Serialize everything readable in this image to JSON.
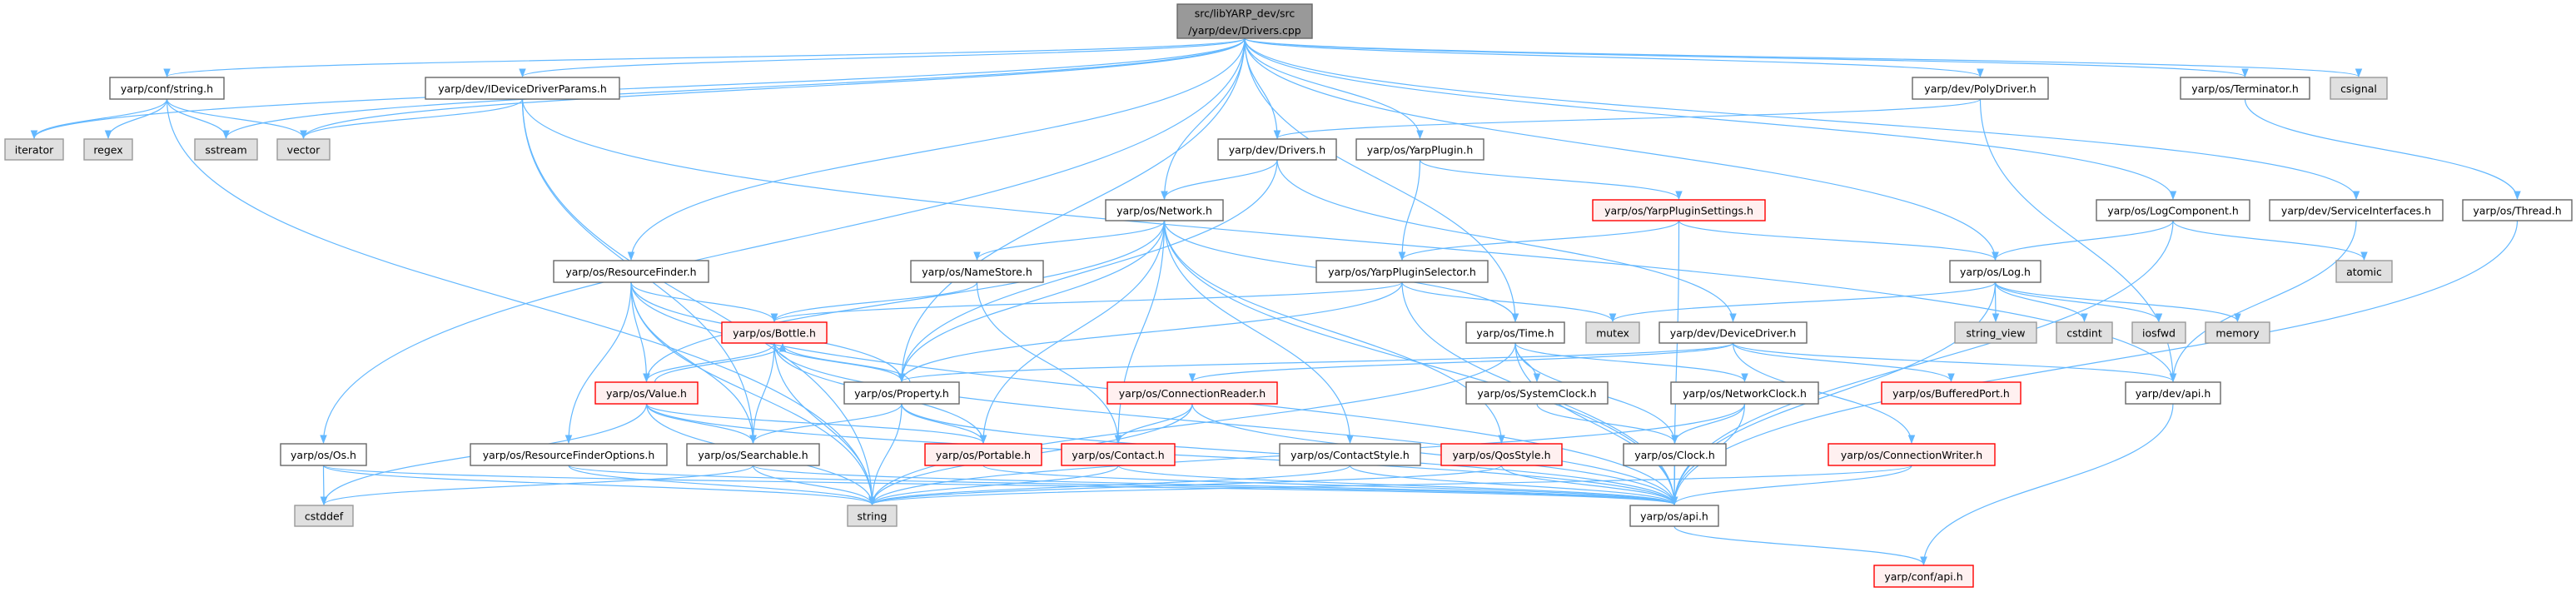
{
  "title": "src/libYARP_dev/src/yarp/dev/Drivers.cpp",
  "colors": {
    "edge": "#63b8ff",
    "root_fill": "#999999",
    "root_border": "#666666",
    "header_fill": "#ffffff",
    "header_border": "#666666",
    "system_fill": "#e0e0e0",
    "system_border": "#999999",
    "truncated_fill": "#fff0f0",
    "truncated_border": "#ff0000"
  },
  "nodes": [
    {
      "id": "root",
      "label": [
        "src/libYARP_dev/src",
        "/yarp/dev/Drivers.cpp"
      ],
      "kind": "root"
    },
    {
      "id": "confstring",
      "label": [
        "yarp/conf/string.h"
      ],
      "kind": "header"
    },
    {
      "id": "iddp",
      "label": [
        "yarp/dev/IDeviceDriverParams.h"
      ],
      "kind": "header"
    },
    {
      "id": "iterator",
      "label": [
        "iterator"
      ],
      "kind": "system"
    },
    {
      "id": "regex",
      "label": [
        "regex"
      ],
      "kind": "system"
    },
    {
      "id": "sstream",
      "label": [
        "sstream"
      ],
      "kind": "system"
    },
    {
      "id": "vector",
      "label": [
        "vector"
      ],
      "kind": "system"
    },
    {
      "id": "resfinder",
      "label": [
        "yarp/os/ResourceFinder.h"
      ],
      "kind": "header"
    },
    {
      "id": "os",
      "label": [
        "yarp/os/Os.h"
      ],
      "kind": "header"
    },
    {
      "id": "drivers",
      "label": [
        "yarp/dev/Drivers.h"
      ],
      "kind": "header"
    },
    {
      "id": "yarpplugin",
      "label": [
        "yarp/os/YarpPlugin.h"
      ],
      "kind": "header"
    },
    {
      "id": "network",
      "label": [
        "yarp/os/Network.h"
      ],
      "kind": "header"
    },
    {
      "id": "pluginsettings",
      "label": [
        "yarp/os/YarpPluginSettings.h"
      ],
      "kind": "truncated"
    },
    {
      "id": "pluginselector",
      "label": [
        "yarp/os/YarpPluginSelector.h"
      ],
      "kind": "header"
    },
    {
      "id": "namestore",
      "label": [
        "yarp/os/NameStore.h"
      ],
      "kind": "header"
    },
    {
      "id": "polydriver",
      "label": [
        "yarp/dev/PolyDriver.h"
      ],
      "kind": "header"
    },
    {
      "id": "terminator",
      "label": [
        "yarp/os/Terminator.h"
      ],
      "kind": "header"
    },
    {
      "id": "csignal",
      "label": [
        "csignal"
      ],
      "kind": "system"
    },
    {
      "id": "logcomponent",
      "label": [
        "yarp/os/LogComponent.h"
      ],
      "kind": "header"
    },
    {
      "id": "serviceif",
      "label": [
        "yarp/dev/ServiceInterfaces.h"
      ],
      "kind": "header"
    },
    {
      "id": "thread",
      "label": [
        "yarp/os/Thread.h"
      ],
      "kind": "header"
    },
    {
      "id": "log",
      "label": [
        "yarp/os/Log.h"
      ],
      "kind": "header"
    },
    {
      "id": "atomic",
      "label": [
        "atomic"
      ],
      "kind": "system"
    },
    {
      "id": "time",
      "label": [
        "yarp/os/Time.h"
      ],
      "kind": "header"
    },
    {
      "id": "mutex",
      "label": [
        "mutex"
      ],
      "kind": "system"
    },
    {
      "id": "devicedriver",
      "label": [
        "yarp/dev/DeviceDriver.h"
      ],
      "kind": "header"
    },
    {
      "id": "string_view",
      "label": [
        "string_view"
      ],
      "kind": "system"
    },
    {
      "id": "cstdint",
      "label": [
        "cstdint"
      ],
      "kind": "system"
    },
    {
      "id": "iosfwd",
      "label": [
        "iosfwd"
      ],
      "kind": "system"
    },
    {
      "id": "memory",
      "label": [
        "memory"
      ],
      "kind": "system"
    },
    {
      "id": "bottle",
      "label": [
        "yarp/os/Bottle.h"
      ],
      "kind": "truncated"
    },
    {
      "id": "value",
      "label": [
        "yarp/os/Value.h"
      ],
      "kind": "truncated"
    },
    {
      "id": "property",
      "label": [
        "yarp/os/Property.h"
      ],
      "kind": "header"
    },
    {
      "id": "connreader",
      "label": [
        "yarp/os/ConnectionReader.h"
      ],
      "kind": "truncated"
    },
    {
      "id": "systemclock",
      "label": [
        "yarp/os/SystemClock.h"
      ],
      "kind": "header"
    },
    {
      "id": "networkclock",
      "label": [
        "yarp/os/NetworkClock.h"
      ],
      "kind": "header"
    },
    {
      "id": "bufferedport",
      "label": [
        "yarp/os/BufferedPort.h"
      ],
      "kind": "truncated"
    },
    {
      "id": "devapi",
      "label": [
        "yarp/dev/api.h"
      ],
      "kind": "header"
    },
    {
      "id": "searchable",
      "label": [
        "yarp/os/Searchable.h"
      ],
      "kind": "header"
    },
    {
      "id": "rfoptions",
      "label": [
        "yarp/os/ResourceFinderOptions.h"
      ],
      "kind": "header"
    },
    {
      "id": "portable",
      "label": [
        "yarp/os/Portable.h"
      ],
      "kind": "truncated"
    },
    {
      "id": "contact",
      "label": [
        "yarp/os/Contact.h"
      ],
      "kind": "truncated"
    },
    {
      "id": "contactstyle",
      "label": [
        "yarp/os/ContactStyle.h"
      ],
      "kind": "header"
    },
    {
      "id": "qosstyle",
      "label": [
        "yarp/os/QosStyle.h"
      ],
      "kind": "truncated"
    },
    {
      "id": "clock",
      "label": [
        "yarp/os/Clock.h"
      ],
      "kind": "header"
    },
    {
      "id": "connwriter",
      "label": [
        "yarp/os/ConnectionWriter.h"
      ],
      "kind": "truncated"
    },
    {
      "id": "cstddef",
      "label": [
        "cstddef"
      ],
      "kind": "system"
    },
    {
      "id": "string",
      "label": [
        "string"
      ],
      "kind": "system"
    },
    {
      "id": "osapi",
      "label": [
        "yarp/os/api.h"
      ],
      "kind": "header"
    },
    {
      "id": "confapi",
      "label": [
        "yarp/conf/api.h"
      ],
      "kind": "truncated"
    }
  ],
  "edges": [
    [
      "root",
      "iterator"
    ],
    [
      "root",
      "sstream"
    ],
    [
      "root",
      "vector"
    ],
    [
      "root",
      "confstring"
    ],
    [
      "root",
      "iddp"
    ],
    [
      "root",
      "resfinder"
    ],
    [
      "root",
      "os"
    ],
    [
      "root",
      "property"
    ],
    [
      "root",
      "network"
    ],
    [
      "root",
      "drivers"
    ],
    [
      "root",
      "yarpplugin"
    ],
    [
      "root",
      "polydriver"
    ],
    [
      "root",
      "terminator"
    ],
    [
      "root",
      "csignal"
    ],
    [
      "root",
      "logcomponent"
    ],
    [
      "root",
      "serviceif"
    ],
    [
      "root",
      "log"
    ],
    [
      "root",
      "time"
    ],
    [
      "confstring",
      "iterator"
    ],
    [
      "confstring",
      "regex"
    ],
    [
      "confstring",
      "sstream"
    ],
    [
      "confstring",
      "vector"
    ],
    [
      "confstring",
      "string"
    ],
    [
      "iddp",
      "vector"
    ],
    [
      "iddp",
      "string"
    ],
    [
      "iddp",
      "searchable"
    ],
    [
      "iddp",
      "devapi"
    ],
    [
      "resfinder",
      "bottle"
    ],
    [
      "resfinder",
      "value"
    ],
    [
      "resfinder",
      "property"
    ],
    [
      "resfinder",
      "searchable"
    ],
    [
      "resfinder",
      "rfoptions"
    ],
    [
      "resfinder",
      "string"
    ],
    [
      "resfinder",
      "osapi"
    ],
    [
      "os",
      "cstddef"
    ],
    [
      "os",
      "string"
    ],
    [
      "os",
      "osapi"
    ],
    [
      "drivers",
      "network"
    ],
    [
      "drivers",
      "property"
    ],
    [
      "drivers",
      "devicedriver"
    ],
    [
      "yarpplugin",
      "pluginselector"
    ],
    [
      "yarpplugin",
      "pluginsettings"
    ],
    [
      "network",
      "namestore"
    ],
    [
      "network",
      "value"
    ],
    [
      "network",
      "property"
    ],
    [
      "network",
      "portable"
    ],
    [
      "network",
      "contact"
    ],
    [
      "network",
      "contactstyle"
    ],
    [
      "network",
      "qosstyle"
    ],
    [
      "network",
      "time"
    ],
    [
      "network",
      "osapi"
    ],
    [
      "pluginsettings",
      "pluginselector"
    ],
    [
      "pluginsettings",
      "log"
    ],
    [
      "pluginsettings",
      "osapi"
    ],
    [
      "pluginselector",
      "bottle"
    ],
    [
      "pluginselector",
      "property"
    ],
    [
      "pluginselector",
      "mutex"
    ],
    [
      "pluginselector",
      "osapi"
    ],
    [
      "namestore",
      "bottle"
    ],
    [
      "namestore",
      "contact"
    ],
    [
      "polydriver",
      "drivers"
    ],
    [
      "polydriver",
      "devapi"
    ],
    [
      "terminator",
      "thread"
    ],
    [
      "logcomponent",
      "log"
    ],
    [
      "logcomponent",
      "atomic"
    ],
    [
      "logcomponent",
      "osapi"
    ],
    [
      "serviceif",
      "devapi"
    ],
    [
      "thread",
      "osapi"
    ],
    [
      "log",
      "mutex"
    ],
    [
      "log",
      "string_view"
    ],
    [
      "log",
      "cstdint"
    ],
    [
      "log",
      "iosfwd"
    ],
    [
      "log",
      "memory"
    ],
    [
      "log",
      "osapi"
    ],
    [
      "time",
      "systemclock"
    ],
    [
      "time",
      "networkclock"
    ],
    [
      "time",
      "clock"
    ],
    [
      "time",
      "string"
    ],
    [
      "time",
      "osapi"
    ],
    [
      "devicedriver",
      "property"
    ],
    [
      "devicedriver",
      "connreader"
    ],
    [
      "devicedriver",
      "bufferedport"
    ],
    [
      "devicedriver",
      "connwriter"
    ],
    [
      "devicedriver",
      "devapi"
    ],
    [
      "bottle",
      "value"
    ],
    [
      "bottle",
      "property"
    ],
    [
      "bottle",
      "searchable"
    ],
    [
      "bottle",
      "portable"
    ],
    [
      "bottle",
      "string"
    ],
    [
      "bottle",
      "osapi"
    ],
    [
      "value",
      "bottle"
    ],
    [
      "value",
      "searchable"
    ],
    [
      "value",
      "portable"
    ],
    [
      "value",
      "cstddef"
    ],
    [
      "value",
      "string"
    ],
    [
      "value",
      "osapi"
    ],
    [
      "property",
      "bottle"
    ],
    [
      "property",
      "searchable"
    ],
    [
      "property",
      "portable"
    ],
    [
      "property",
      "string"
    ],
    [
      "property",
      "osapi"
    ],
    [
      "connreader",
      "contact"
    ],
    [
      "connreader",
      "string"
    ],
    [
      "connreader",
      "osapi"
    ],
    [
      "systemclock",
      "clock"
    ],
    [
      "networkclock",
      "clock"
    ],
    [
      "networkclock",
      "string"
    ],
    [
      "networkclock",
      "osapi"
    ],
    [
      "searchable",
      "cstddef"
    ],
    [
      "searchable",
      "string"
    ],
    [
      "searchable",
      "osapi"
    ],
    [
      "rfoptions",
      "string"
    ],
    [
      "rfoptions",
      "osapi"
    ],
    [
      "portable",
      "osapi"
    ],
    [
      "contact",
      "string"
    ],
    [
      "contact",
      "osapi"
    ],
    [
      "contactstyle",
      "string"
    ],
    [
      "contactstyle",
      "osapi"
    ],
    [
      "qosstyle",
      "string"
    ],
    [
      "qosstyle",
      "osapi"
    ],
    [
      "clock",
      "osapi"
    ],
    [
      "connwriter",
      "string"
    ],
    [
      "connwriter",
      "osapi"
    ],
    [
      "devapi",
      "confapi"
    ],
    [
      "osapi",
      "confapi"
    ]
  ]
}
